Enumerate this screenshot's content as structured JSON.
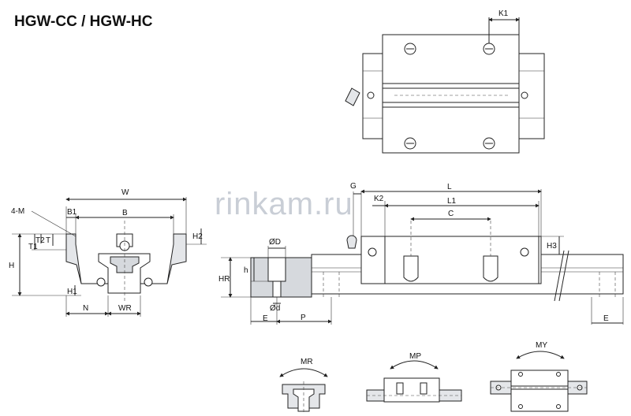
{
  "title": "HGW-CC / HGW-HC",
  "watermark": "rinkam.ru",
  "top_view": {
    "labels": {
      "k1": "K1"
    }
  },
  "end_view": {
    "labels": {
      "w": "W",
      "b": "B",
      "b1": "B1",
      "m": "4-M",
      "t1": "T1",
      "t2": "T2",
      "t": "T",
      "h": "H",
      "h1": "H1",
      "h2": "H2",
      "n": "N",
      "wr": "WR"
    }
  },
  "side_view": {
    "labels": {
      "g": "G",
      "l": "L",
      "k2": "K2",
      "l1": "L1",
      "c": "C",
      "h3": "H3",
      "od_big": "ØD",
      "h": "h",
      "hr": "HR",
      "od_small": "Ød",
      "e_left": "E",
      "p": "P",
      "e_right": "E"
    }
  },
  "moments": {
    "mr": "MR",
    "mp": "MP",
    "my": "MY"
  }
}
